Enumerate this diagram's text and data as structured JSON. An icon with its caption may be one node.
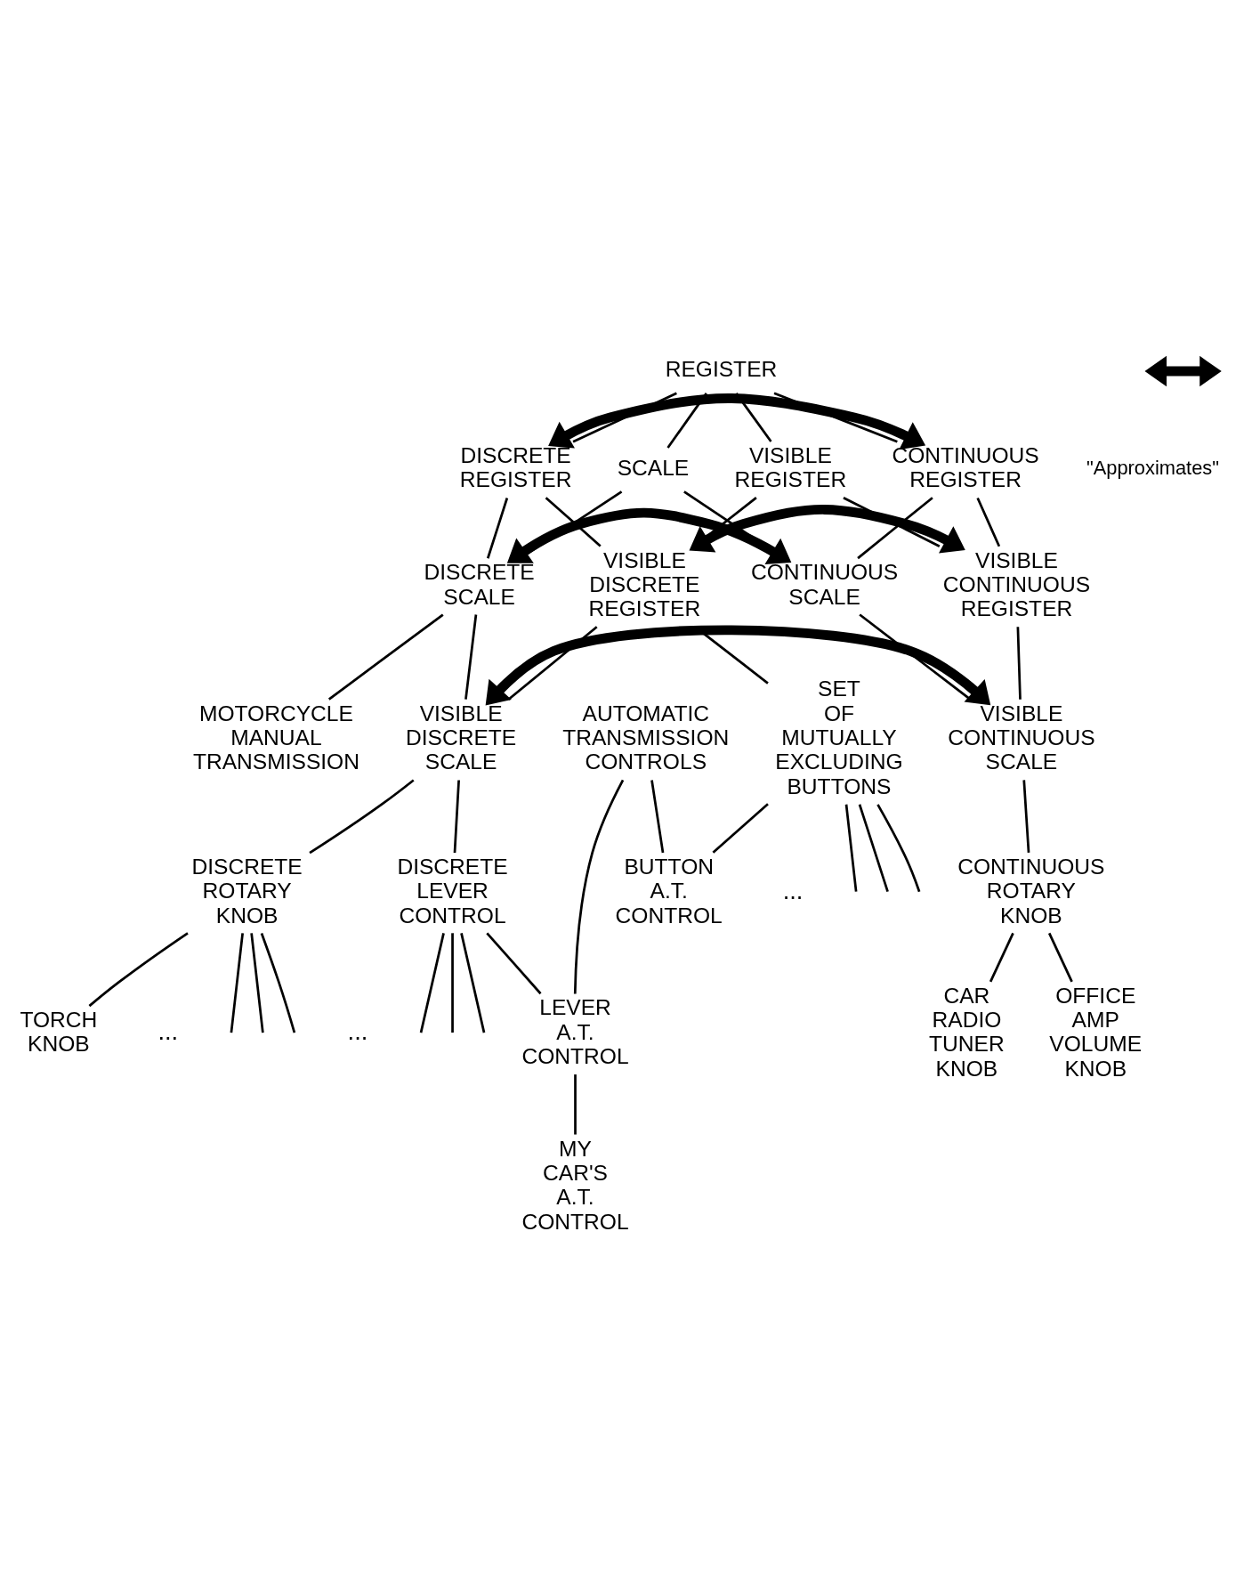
{
  "diagram": {
    "nodes": [
      {
        "text": [
          "REGISTER"
        ]
      },
      {
        "text": [
          "SCALE"
        ]
      },
      {
        "text": [
          "DISCRETE REGISTER"
        ]
      },
      {
        "text": [
          "CONTINUOUS REGISTER"
        ]
      },
      {
        "text": [
          "VISIBLE REGISTER"
        ]
      },
      {
        "text": [
          "DISCRETE SCALE"
        ]
      },
      {
        "text": [
          "CONTINUOUS SCALE"
        ]
      },
      {
        "text": [
          "VISIBLE DISCRETE REGISTER"
        ]
      },
      {
        "text": [
          "VISIBLE CONTINUOUS REGISTER"
        ]
      },
      {
        "text": [
          "VISIBLE DISCRETE SCALE"
        ]
      },
      {
        "text": [
          "MOTORCYCLE MANUAL TRANSMISSION"
        ]
      },
      {
        "text": [
          "VISIBLE CONTINUOUS SCALE"
        ]
      },
      {
        "text": [
          "SET OF MUTUALLY EXCLUDING BUTTONS"
        ]
      },
      {
        "text": [
          "DISCRETE ROTARY KNOB"
        ]
      },
      {
        "text": [
          "DISCRETE LEVER CONTROL"
        ]
      },
      {
        "text": [
          "CONTINUOUS ROTARY KNOB"
        ]
      },
      {
        "text": [
          "AUTOMATIC TRANSMISSION CONTROLS"
        ]
      },
      {
        "text": [
          "TORCH KNOB"
        ]
      },
      {
        "text": [
          "LEVER A.T. CONTROL"
        ]
      },
      {
        "text": [
          "BUTTON A.T. CONTROL"
        ]
      },
      {
        "text": [
          "CAR RADIO TUNER KNOB"
        ]
      },
      {
        "text": [
          "OFFICE AMP VOLUME KNOB"
        ]
      },
      {
        "text": [
          "MY CAR'S A.T. CONTROL"
        ]
      }
    ],
    "edges": [
      {
        "from": 0,
        "to": 1,
        "arrow": "none"
      },
      {
        "from": 0,
        "to": 2,
        "arrow": "none"
      },
      {
        "from": 0,
        "to": 3,
        "arrow": "none"
      },
      {
        "from": 0,
        "to": 4,
        "arrow": "none"
      },
      {
        "from": 2,
        "to": 3,
        "arrow": "both",
        "style": "thick"
      },
      {
        "from": 1,
        "to": 5,
        "arrow": "none"
      },
      {
        "from": 1,
        "to": 6,
        "arrow": "none"
      },
      {
        "from": 2,
        "to": 5,
        "arrow": "none"
      },
      {
        "from": 2,
        "to": 7,
        "arrow": "none"
      },
      {
        "from": 3,
        "to": 6,
        "arrow": "none"
      },
      {
        "from": 3,
        "to": 8,
        "arrow": "none"
      },
      {
        "from": 4,
        "to": 7,
        "arrow": "none"
      },
      {
        "from": 4,
        "to": 8,
        "arrow": "none"
      },
      {
        "from": 5,
        "to": 6,
        "arrow": "both",
        "style": "thick"
      },
      {
        "from": 7,
        "to": 8,
        "arrow": "both",
        "style": "thick"
      },
      {
        "from": 5,
        "to": 9,
        "arrow": "none"
      },
      {
        "from": 5,
        "to": 10,
        "arrow": "none"
      },
      {
        "from": 6,
        "to": 11,
        "arrow": "none"
      },
      {
        "from": 7,
        "to": 9,
        "arrow": "none"
      },
      {
        "from": 7,
        "to": 12,
        "arrow": "none"
      },
      {
        "from": 8,
        "to": 11,
        "arrow": "none"
      },
      {
        "from": 9,
        "to": 11,
        "arrow": "both",
        "style": "thick"
      },
      {
        "from": 9,
        "to": 13,
        "arrow": "none"
      },
      {
        "from": 9,
        "to": 14,
        "arrow": "none"
      },
      {
        "from": 11,
        "to": 15,
        "arrow": "none"
      },
      {
        "from": 12,
        "to": 19,
        "arrow": "none"
      },
      {
        "from": 12,
        "to": null,
        "arrow": "none"
      },
      {
        "from": 12,
        "to": null,
        "arrow": "none"
      },
      {
        "from": 12,
        "to": null,
        "arrow": "none"
      },
      {
        "from": 13,
        "to": 17,
        "arrow": "none"
      },
      {
        "from": 13,
        "to": null,
        "arrow": "none"
      },
      {
        "from": 13,
        "to": null,
        "arrow": "none"
      },
      {
        "from": 13,
        "to": null,
        "arrow": "none"
      },
      {
        "from": 14,
        "to": null,
        "arrow": "none"
      },
      {
        "from": 14,
        "to": null,
        "arrow": "none"
      },
      {
        "from": 14,
        "to": null,
        "arrow": "none"
      },
      {
        "from": 14,
        "to": 18,
        "arrow": "none"
      },
      {
        "from": 15,
        "to": 20,
        "arrow": "none"
      },
      {
        "from": 15,
        "to": 21,
        "arrow": "none"
      },
      {
        "from": 16,
        "to": 18,
        "arrow": "none"
      },
      {
        "from": 16,
        "to": 19,
        "arrow": "none"
      },
      {
        "from": 18,
        "to": 22,
        "arrow": "none"
      }
    ],
    "labels": [
      "...",
      "...",
      "..."
    ],
    "legend": [
      {
        "text": "\"Approximates\""
      }
    ]
  }
}
